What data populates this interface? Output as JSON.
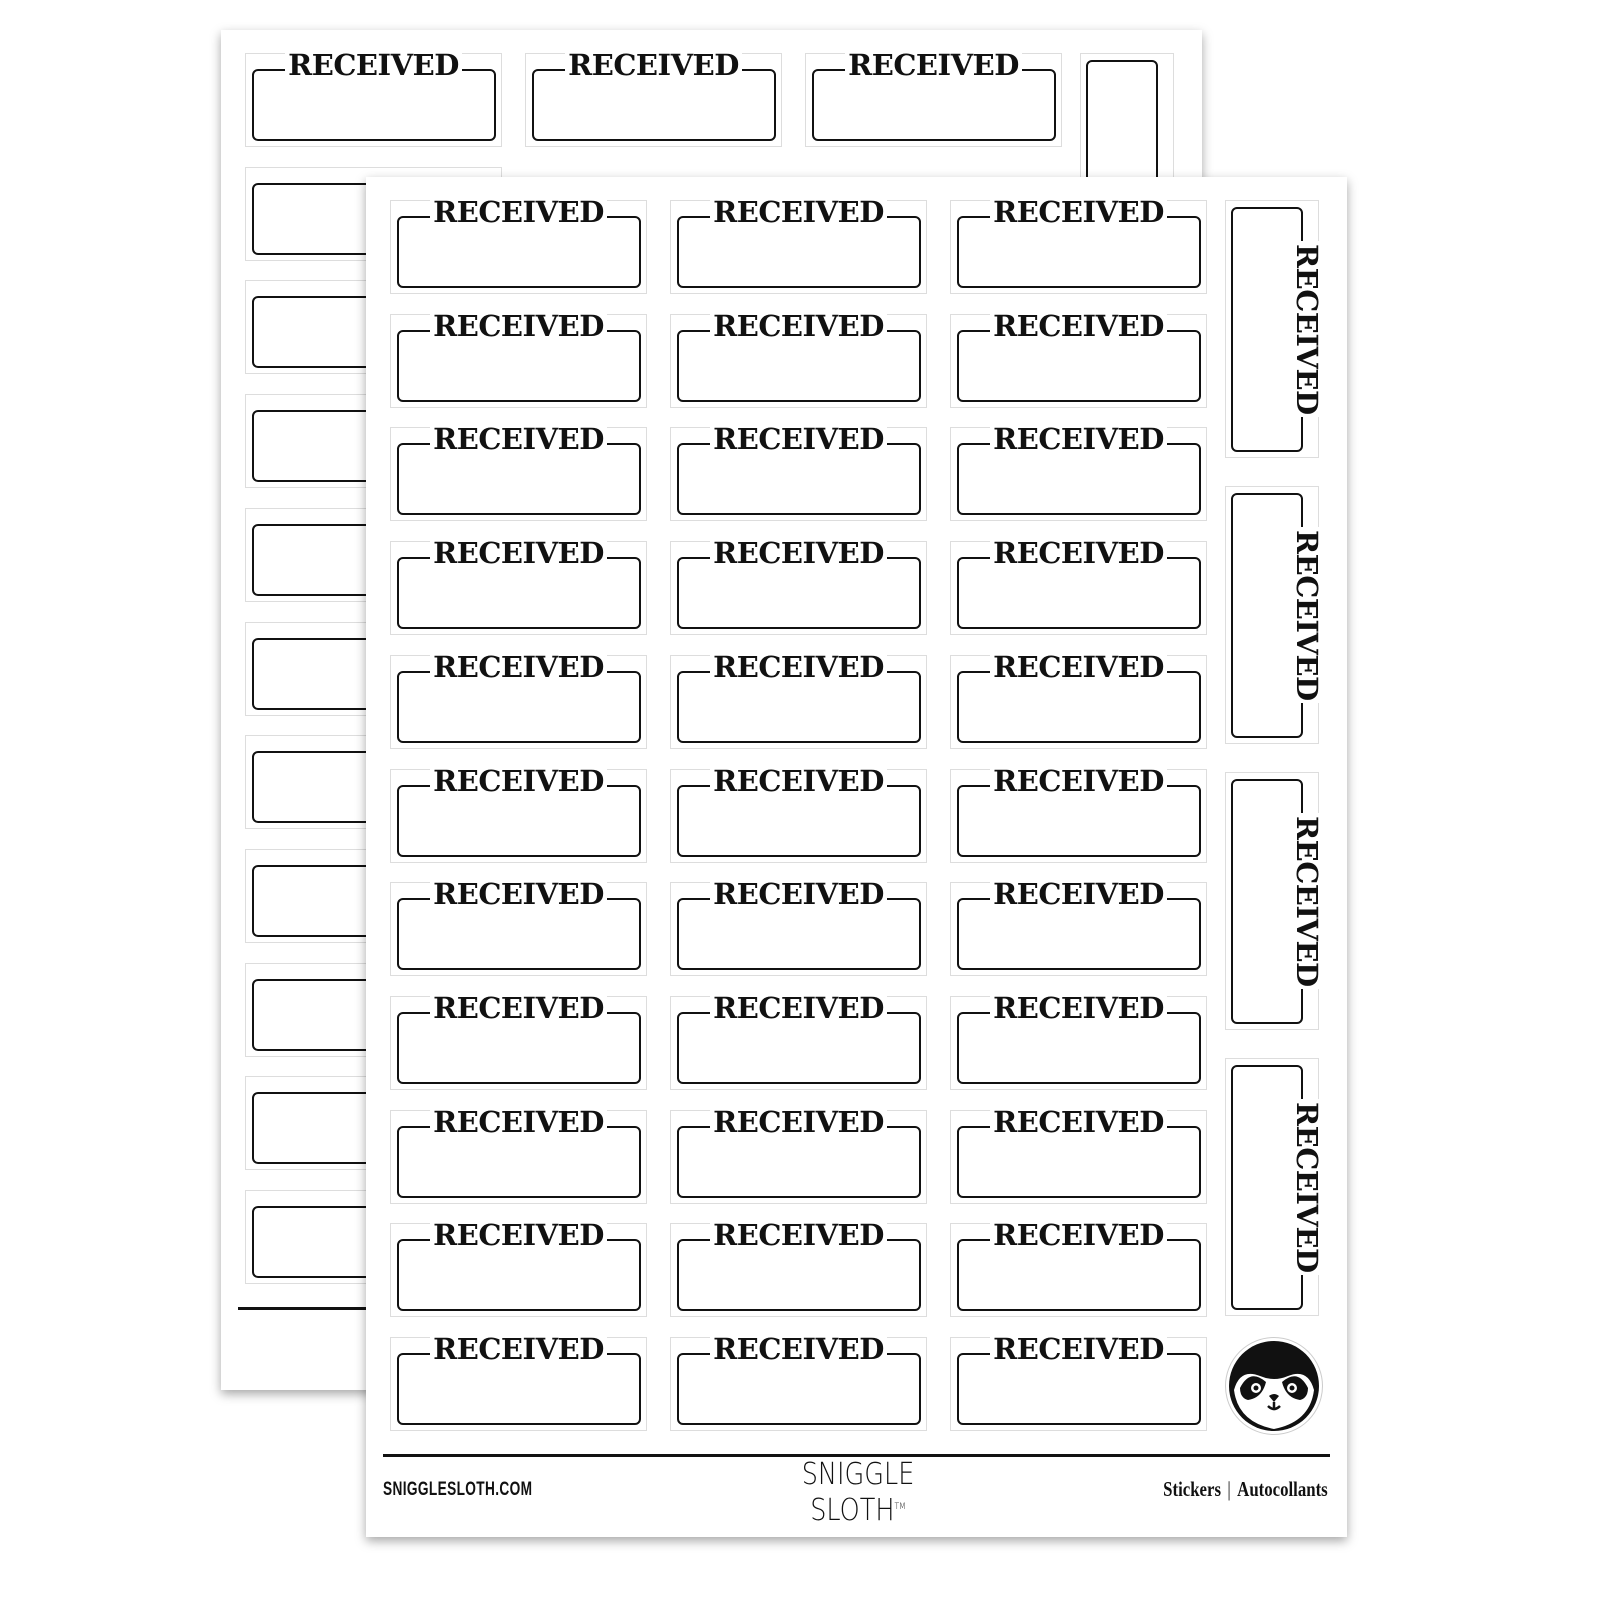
{
  "sticker_label": "RECEIVED",
  "grid": {
    "columns": 3,
    "rows": 11,
    "vertical_count": 4
  },
  "footer": {
    "url": "SNIGGLESLOTH.COM",
    "brand_line1": "SNIGGLE",
    "brand_line2": "SLOTH",
    "trademark": "TM",
    "right_left": "Stickers",
    "right_sep": "|",
    "right_right": "Autocollants"
  },
  "icons": {
    "logo": "sloth-face-icon"
  },
  "colors": {
    "ink": "#111111",
    "sheet": "#ffffff",
    "cut_line": "#dddddd"
  }
}
